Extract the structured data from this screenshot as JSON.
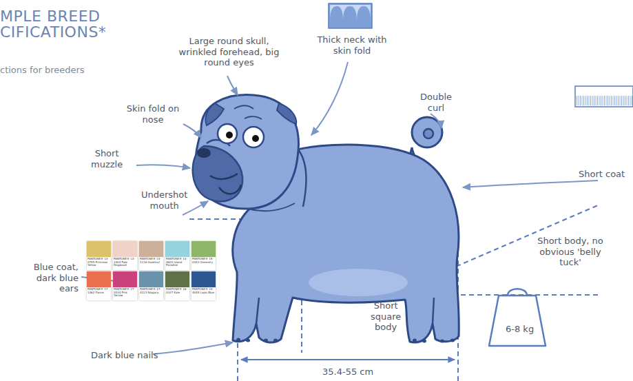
{
  "diagram": {
    "title": "MPLE BREED CIFICATIONS*",
    "nodes": [
      {
        "text": [
          "6-8 kg"
        ]
      }
    ],
    "labels": [
      "Large round skull, wrinkled forehead, big round eyes",
      "Thick neck with skin fold",
      "Double curl",
      "Skin fold on nose",
      "Short muzzle",
      "Undershot mouth",
      "Short coat",
      "Short body, no obvious 'belly tuck'",
      "Blue coat, dark blue ears",
      "Short square body",
      "Dark blue nails",
      "35.4-55 cm",
      "ctions for breeders"
    ],
    "legend": [
      {
        "text": "PANTONE® 13-0755 Primrose Yellow",
        "color": "#dcc36b"
      },
      {
        "text": "PANTONE® 13-1404 Pale Dogwood",
        "color": "#efd3c8"
      },
      {
        "text": "PANTONE® 14-1116 Hazelnut",
        "color": "#cdb09a"
      },
      {
        "text": "PANTONE® 14-4620 Island Paradise",
        "color": "#96d3df"
      },
      {
        "text": "PANTONE® 15-0343 Greenery",
        "color": "#8fb56b"
      },
      {
        "text": "PANTONE® 17-1462 Flame",
        "color": "#e8704e"
      },
      {
        "text": "PANTONE® 17-2034 Pink Yarrow",
        "color": "#c9427c"
      },
      {
        "text": "PANTONE® 17-4123 Niagara",
        "color": "#6b93ab"
      },
      {
        "text": "PANTONE® 18-0107 Kale",
        "color": "#5f7149"
      },
      {
        "text": "PANTONE® 19-4045 Lapis Blue",
        "color": "#2e5690"
      }
    ]
  }
}
